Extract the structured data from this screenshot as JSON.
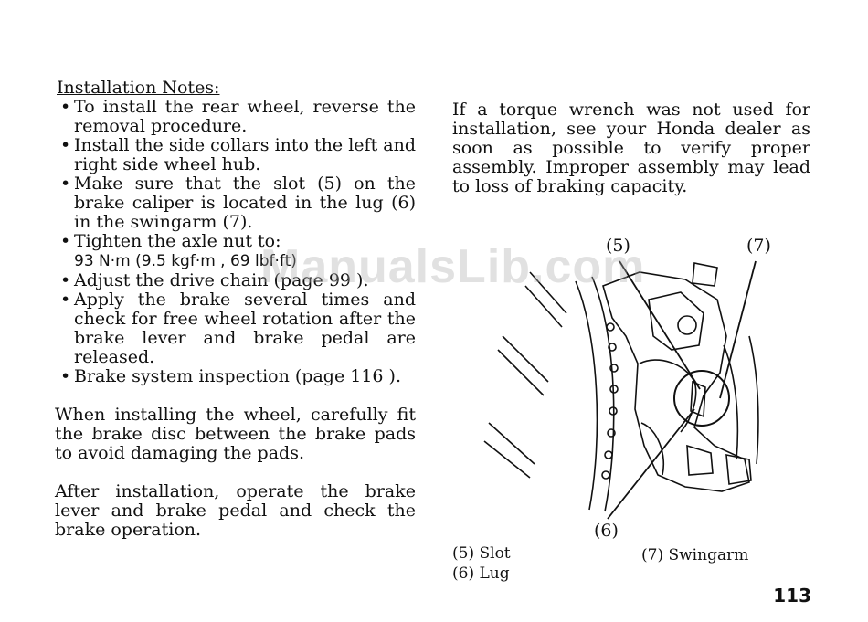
{
  "installation": {
    "heading": "Installation Notes:",
    "notes": [
      {
        "text": "To install the rear wheel, reverse the removal procedure."
      },
      {
        "text": "Install the side collars into the left and right side wheel hub."
      },
      {
        "text": "Make sure that the slot (5) on the brake caliper is located in the lug (6) in the swingarm (7)."
      },
      {
        "text": "Tighten the axle nut to:",
        "spec": "93 N·m (9.5 kgf·m , 69 lbf·ft)"
      },
      {
        "text": "Adjust the drive chain (page 99 )."
      },
      {
        "text": "Apply the brake several times and check for free wheel rotation after the brake lever and brake pedal are released."
      },
      {
        "text": "Brake system inspection (page 116 )."
      }
    ],
    "bullet": "•",
    "para1": "When installing the wheel, carefully fit the brake disc between the brake pads to avoid damaging the pads.",
    "para2": "After installation, operate the brake lever and brake pedal and check the brake operation."
  },
  "note_right": "If a torque wrench was not used for installation, see your Honda dealer as soon as possible to verify proper assembly. Improper assembly may lead to loss of braking capacity.",
  "figure": {
    "callout_5": "(5)",
    "callout_6": "(6)",
    "callout_7": "(7)"
  },
  "legend": {
    "item5": "(5) Slot",
    "item6": "(6) Lug",
    "item7": "(7) Swingarm"
  },
  "page_number": "113",
  "watermark": "ManualsLib.com"
}
